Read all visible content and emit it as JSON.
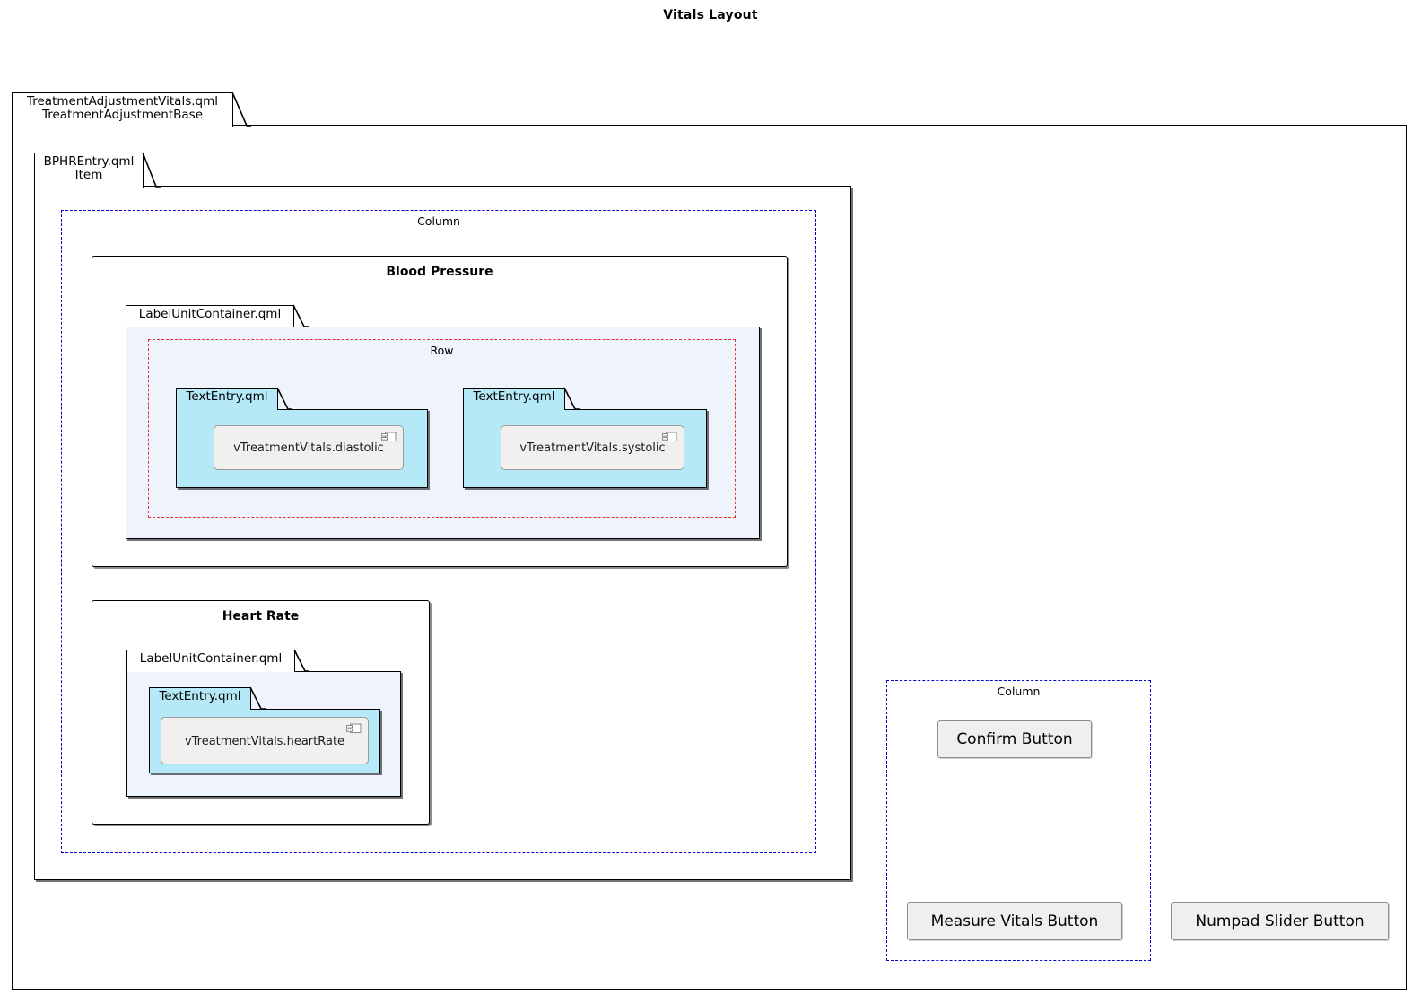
{
  "diagram": {
    "title": "Vitals Layout",
    "type": "qml-component-layout-diagram",
    "colors": {
      "frame_column": "#0000cc",
      "frame_row": "#e03030",
      "textentry_fill": "#b5e9f8",
      "labelunit_fill": "#eef3fc",
      "component_fill": "#f1f0ee",
      "button_fill": "#efefef",
      "outline": "#000000"
    }
  },
  "root_package": {
    "tab_line1": "TreatmentAdjustmentVitals.qml",
    "tab_line2": "TreatmentAdjustmentBase"
  },
  "bphr_package": {
    "tab_line1": "BPHREntry.qml",
    "tab_line2": "Item"
  },
  "main_column": {
    "label": "Column"
  },
  "blood_pressure": {
    "title": "Blood Pressure",
    "label_unit_container": {
      "tab": "LabelUnitContainer.qml"
    },
    "row": {
      "label": "Row"
    },
    "entries": [
      {
        "tab": "TextEntry.qml",
        "component": "vTreatmentVitals.diastolic",
        "icon": "uml-component-icon"
      },
      {
        "tab": "TextEntry.qml",
        "component": "vTreatmentVitals.systolic",
        "icon": "uml-component-icon"
      }
    ]
  },
  "heart_rate": {
    "title": "Heart Rate",
    "label_unit_container": {
      "tab": "LabelUnitContainer.qml"
    },
    "entry": {
      "tab": "TextEntry.qml",
      "component": "vTreatmentVitals.heartRate",
      "icon": "uml-component-icon"
    }
  },
  "action_column": {
    "label": "Column",
    "buttons": [
      {
        "label": "Confirm Button"
      },
      {
        "label": "Measure Vitals Button"
      }
    ]
  },
  "standalone_buttons": [
    {
      "label": "Numpad Slider Button"
    }
  ]
}
